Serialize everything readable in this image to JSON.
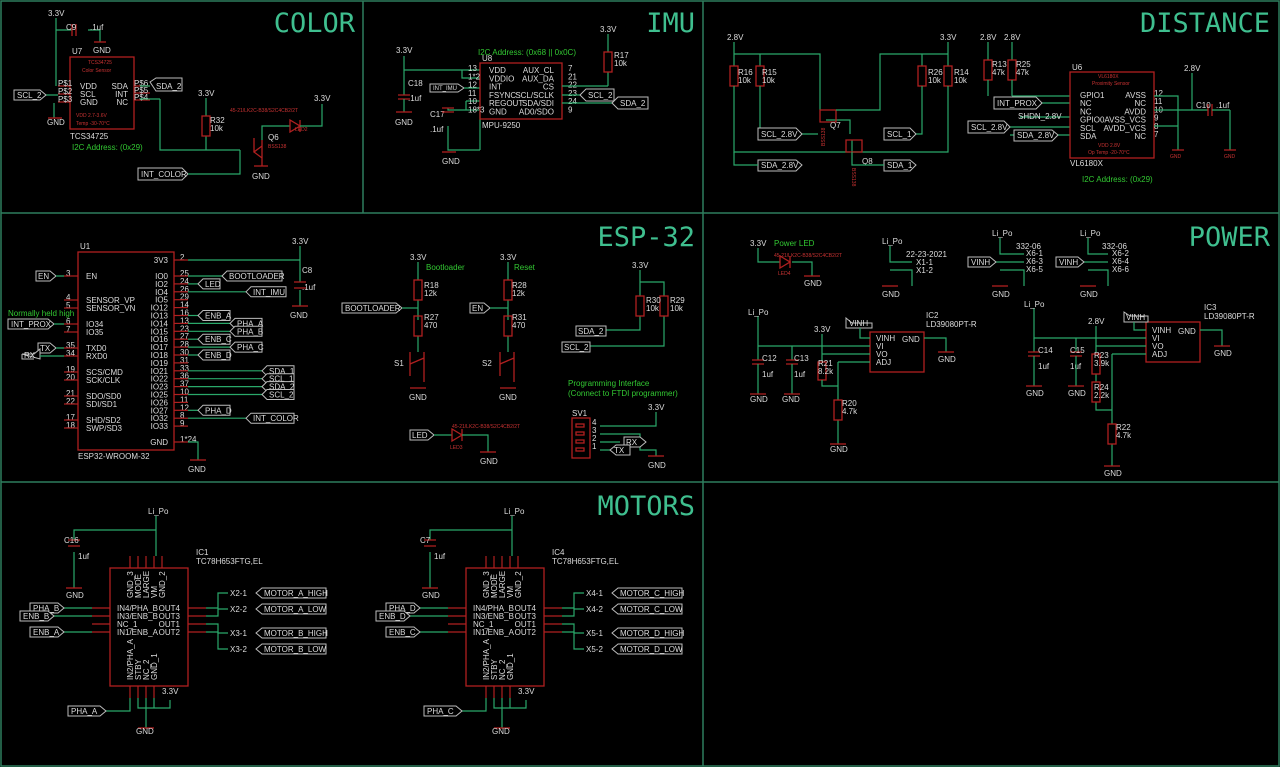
{
  "sections": {
    "color": "COLOR",
    "imu": "IMU",
    "distance": "DISTANCE",
    "esp32": "ESP-32",
    "power": "POWER",
    "motors": "MOTORS"
  },
  "colors": {
    "background": "#000000",
    "frame": "#2e7d5e",
    "title": "#3fbf8f",
    "part": "#b02020",
    "wire": "#2aa86a",
    "text": "#dcdcdc",
    "note": "#32c832"
  },
  "color_section": {
    "supply": "3.3V",
    "cap": "C9",
    "cap_val": ".1uf",
    "gnd": "GND",
    "u7": "U7",
    "u7_pins_left": [
      "VDD",
      "SCL",
      "GND"
    ],
    "u7_pins_right": [
      "SDA",
      "INT",
      "NC"
    ],
    "u7_name": "TCS34725",
    "u7_sub": "Color Sensor",
    "u7_part": "TCS34725",
    "u7_spec1": "VDD 2.7-3.6V",
    "u7_spec2": "Temp -30-70°C",
    "u7_pinnums_left": [
      "P$1",
      "P$2",
      "P$3"
    ],
    "u7_pinnums_right": [
      "P$6",
      "P$5",
      "P$4"
    ],
    "label_scl": "SCL_2",
    "label_sda": "SDA_2",
    "label_int": "INT_COLOR",
    "r32": "R32",
    "r32_val": "10k",
    "q6": "Q6",
    "q6_part": "BSS138",
    "led2": "LED2",
    "led2_part": "45-21/LK2C-B38/S2C4CB2/2T",
    "supply2": "3.3V",
    "i2c_note": "I2C Address: (0x29)"
  },
  "imu_section": {
    "supply": "3.3V",
    "c18": "C18",
    "c18_val": ".1uf",
    "c17": "C17",
    "c17_val": ".1uf",
    "u8": "U8",
    "u8_part": "MPU-9250",
    "label_int": "INT_IMU",
    "pins_left": [
      "VDD",
      "VDDIO",
      "INT",
      "FSYNC",
      "REGOUT",
      "GND"
    ],
    "pins_right": [
      "AUX_CL",
      "AUX_DA",
      "CS",
      "SCL/SCLK",
      "SDA/SDI",
      "AD0/SDO"
    ],
    "pinnums_left": [
      "13",
      "1*2",
      "12",
      "11",
      "10",
      "18*3"
    ],
    "pinnums_right": [
      "7",
      "21",
      "22",
      "23",
      "24",
      "9"
    ],
    "r17": "R17",
    "r17_val": "10k",
    "supply2": "3.3V",
    "label_scl": "SCL_2",
    "label_sda": "SDA_2",
    "i2c_note": "I2C Address: (0x68 || 0x0C)",
    "gnd": "GND"
  },
  "distance_section": {
    "supply1": "2.8V",
    "supply2": "3.3V",
    "supply3": "2.8V",
    "supply4": "2.8V",
    "supply5": "2.8V",
    "r16": "R16",
    "r16_val": "10k",
    "r15": "R15",
    "r15_val": "10k",
    "r26": "R26",
    "r26_val": "10k",
    "r14": "R14",
    "r14_val": "10k",
    "r13": "R13",
    "r13_val": "47k",
    "r25": "R25",
    "r25_val": "47k",
    "q7": "Q7",
    "q8": "Q8",
    "q_part": "BSS138",
    "labels": [
      "SCL_2.8V",
      "SDA_2.8V",
      "SCL_1",
      "SDA_1",
      "INT_PROX",
      "SCL_2.8V",
      "SDA_2.8V"
    ],
    "shdn": "SHDN_2.8V",
    "u6": "U6",
    "u6_name": "VL6180X",
    "u6_sub": "Proximity Sensor",
    "u6_part": "VL6180X",
    "u6_spec1": "VDD 2.8V",
    "u6_spec2": "Op Temp -20-70°C",
    "pins_left": [
      "GPIO1",
      "NC",
      "NC",
      "GPIO0",
      "SCL",
      "SDA"
    ],
    "pins_right": [
      "AVSS",
      "NC",
      "AVDD",
      "AVSS_VCS",
      "AVDD_VCS",
      "NC"
    ],
    "pinnums_right": [
      "12",
      "11",
      "10",
      "9",
      "8",
      "7"
    ],
    "c10": "C10",
    "c10_val": ".1uf",
    "gnd": "GND",
    "i2c_note": "I2C Address: (0x29)"
  },
  "esp32_section": {
    "u1": "U1",
    "u1_part": "ESP32-WROOM-32",
    "pins_left": [
      "EN",
      "SENSOR_VP",
      "SENSOR_VN",
      "IO34",
      "IO35",
      "TXD0",
      "RXD0",
      "SCS/CMD",
      "SCK/CLK",
      "SDO/SD0",
      "SDI/SD1",
      "SHD/SD2",
      "SWP/SD3"
    ],
    "pinnums_left": [
      "3",
      "4",
      "5",
      "6",
      "7",
      "35",
      "34",
      "19",
      "20",
      "21",
      "22",
      "17",
      "18"
    ],
    "pins_right": [
      "3V3",
      "IO0",
      "IO2",
      "IO4",
      "IO5",
      "IO12",
      "IO13",
      "IO14",
      "IO15",
      "IO16",
      "IO17",
      "IO18",
      "IO19",
      "IO21",
      "IO22",
      "IO23",
      "IO25",
      "IO26",
      "IO27",
      "IO32",
      "IO33",
      "GND"
    ],
    "pinnums_right": [
      "2",
      "25",
      "24",
      "26",
      "29",
      "14",
      "16",
      "13",
      "23",
      "27",
      "28",
      "30",
      "31",
      "33",
      "36",
      "37",
      "10",
      "11",
      "12",
      "8",
      "9",
      "1*24"
    ],
    "labels_left": [
      "EN",
      "INT_PROX",
      "TX",
      "RX"
    ],
    "labels_right": [
      "BOOTLOADER",
      "LED",
      "INT_IMU",
      "ENB_A",
      "PHA_A",
      "PHA_B",
      "ENB_C",
      "PHA_C",
      "ENB_D",
      "SDA_1",
      "SCL_1",
      "SDA_2",
      "SCL_2",
      "PHA_D",
      "INT_COLOR"
    ],
    "note_high": "Normally held high",
    "c8": "C8",
    "c8_val": ".1uf",
    "supply": "3.3V",
    "gnd": "GND",
    "boot_title": "Bootloader",
    "reset_title": "Reset",
    "r18": "R18",
    "r18_val": "12k",
    "r27": "R27",
    "r27_val": "470",
    "s1": "S1",
    "r28": "R28",
    "r28_val": "12k",
    "r31": "R31",
    "r31_val": "470",
    "s2": "S2",
    "label_boot": "BOOTLOADER",
    "label_en": "EN",
    "r30": "R30",
    "r30_val": "10k",
    "r29": "R29",
    "r29_val": "10k",
    "label_sda2": "SDA_2",
    "label_scl2": "SCL_2",
    "prog_note1": "Programming Interface",
    "prog_note2": "(Connect to FTDI programmer)",
    "sv1": "SV1",
    "sv_pins": [
      "4",
      "3",
      "2",
      "1"
    ],
    "label_rx": "RX",
    "label_tx": "TX",
    "label_led": "LED",
    "led3": "LED3",
    "led3_part": "45-21/LK2C-B38/S2C4CB2/2T"
  },
  "power_section": {
    "supply_led": "3.3V",
    "power_led": "Power LED",
    "led4": "LED4",
    "led4_part": "45-21/LK2C-B38/S2C4CB2/2T",
    "lipo": "Li_Po",
    "conn_date": "22-23-2021",
    "x1_pins": [
      "X1-1",
      "X1-2"
    ],
    "x6_part": "332-06",
    "x6_pins_a": [
      "X6-1",
      "X6-3",
      "X6-5"
    ],
    "x6_pins_b": [
      "X6-2",
      "X6-4",
      "X6-6"
    ],
    "label_vinh": "VINH",
    "ic2": "IC2",
    "ic2_part": "LD39080PT-R",
    "ic3": "IC3",
    "ic3_part": "LD39080PT-R",
    "reg_pins": [
      "VINH",
      "VI",
      "VO",
      "ADJ"
    ],
    "reg_gnd": "GND",
    "c12": "C12",
    "c13": "C13",
    "c14": "C14",
    "c15": "C15",
    "cap_val": "1uf",
    "r21": "R21",
    "r21_val": "8.2k",
    "r20": "R20",
    "r20_val": "4.7k",
    "r23": "R23",
    "r23_val": "3.9k",
    "r24": "R24",
    "r24_val": "2.2k",
    "r22": "R22",
    "r22_val": "4.7k",
    "supply_33": "3.3V",
    "supply_28": "2.8V",
    "gnd": "GND"
  },
  "motors_section": {
    "lipo": "Li_Po",
    "c16": "C16",
    "c7": "C7",
    "cap_val": "1uf",
    "ic1": "IC1",
    "ic4": "IC4",
    "ic_part": "TC78H653FTG,EL",
    "pins_left": [
      "IN4/PHA_B",
      "IN3/ENB_B",
      "NC_1",
      "IN1/ENB_A"
    ],
    "pins_right": [
      "OUT4",
      "OUT3",
      "OUT1",
      "OUT2"
    ],
    "pins_top": [
      "GND_3",
      "MODE",
      "LARGE",
      "VM",
      "GND_2"
    ],
    "pins_bottom": [
      "IN2/PHA_A",
      "STBY",
      "NC_2",
      "GND_1"
    ],
    "ic1_labels_in": [
      "PHA_B",
      "ENB_B",
      "ENB_A",
      "PHA_A"
    ],
    "ic4_labels_in": [
      "PHA_D",
      "ENB_D",
      "ENB_C",
      "PHA_C"
    ],
    "ic1_x": [
      "X2-1",
      "X2-2",
      "X3-1",
      "X3-2"
    ],
    "ic4_x": [
      "X4-1",
      "X4-2",
      "X5-1",
      "X5-2"
    ],
    "ic1_labels_out": [
      "MOTOR_A_HIGH",
      "MOTOR_A_LOW",
      "MOTOR_B_HIGH",
      "MOTOR_B_LOW"
    ],
    "ic4_labels_out": [
      "MOTOR_C_HIGH",
      "MOTOR_C_LOW",
      "MOTOR_D_HIGH",
      "MOTOR_D_LOW"
    ],
    "supply": "3.3V",
    "gnd": "GND"
  }
}
